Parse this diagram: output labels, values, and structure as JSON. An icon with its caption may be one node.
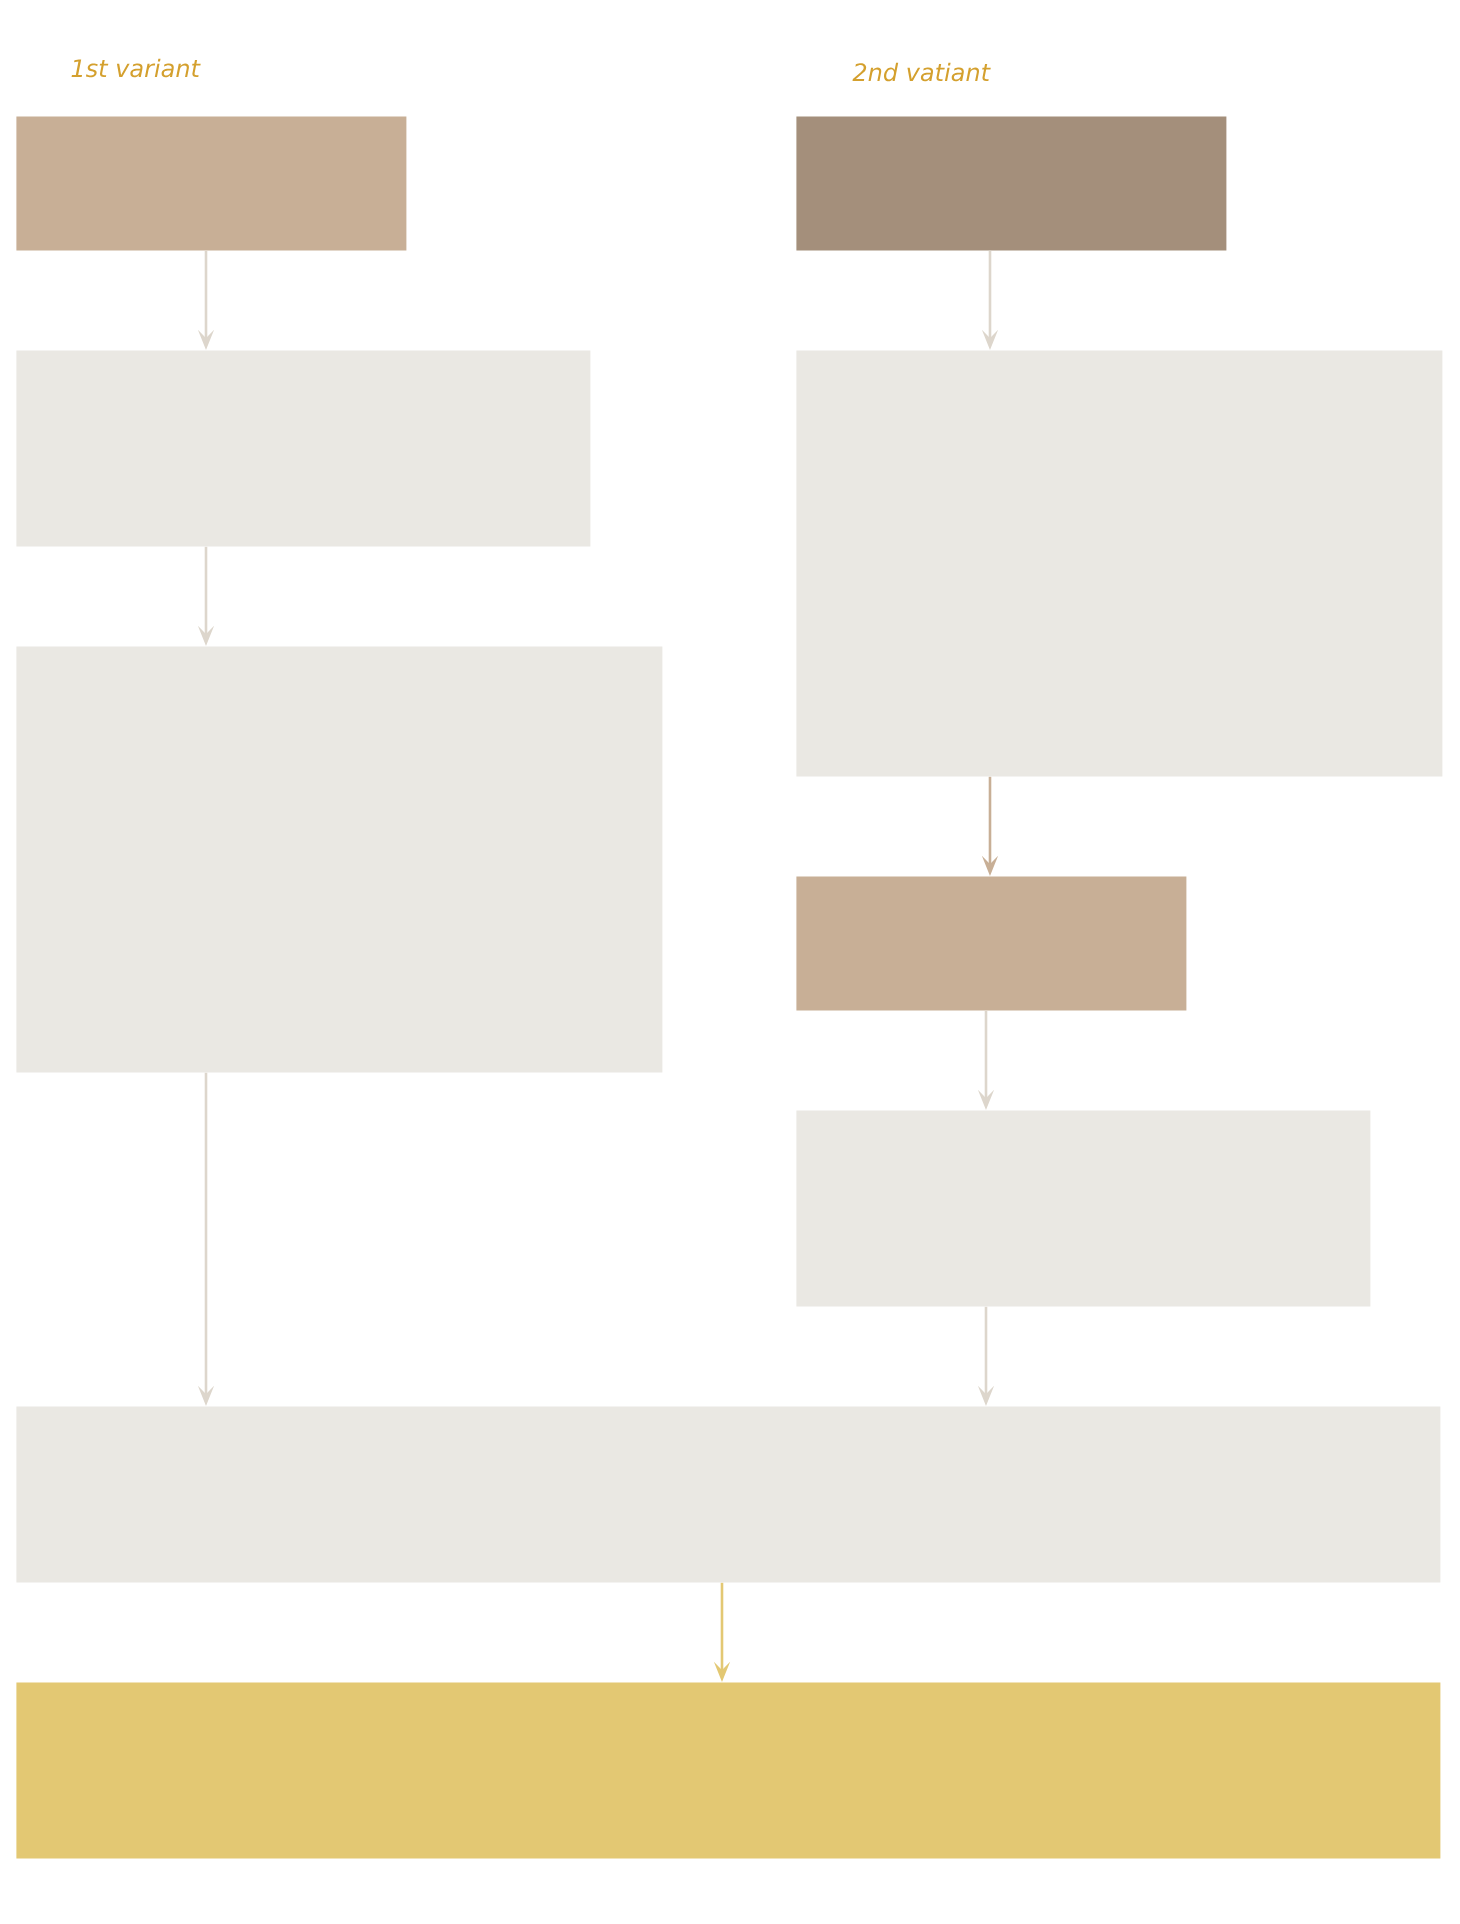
{
  "diagram": {
    "nodes": [
      {
        "text": [],
        "shape": "box"
      },
      {
        "text": [],
        "shape": "box"
      },
      {
        "text": [],
        "shape": "box"
      },
      {
        "text": [],
        "shape": "box"
      },
      {
        "text": [],
        "shape": "box"
      },
      {
        "text": [],
        "shape": "box"
      },
      {
        "text": [],
        "shape": "box"
      },
      {
        "text": [],
        "shape": "box"
      },
      {
        "text": [],
        "shape": "box"
      }
    ],
    "edges": [
      {
        "from": 0,
        "to": 1,
        "arrow": "to"
      },
      {
        "from": 1,
        "to": 2,
        "arrow": "to"
      },
      {
        "from": 2,
        "to": 7,
        "arrow": "to"
      },
      {
        "from": 3,
        "to": 4,
        "arrow": "to"
      },
      {
        "from": 4,
        "to": 5,
        "arrow": "to",
        "color": "#c8af96"
      },
      {
        "from": 5,
        "to": 6,
        "arrow": "to"
      },
      {
        "from": 6,
        "to": 7,
        "arrow": "to"
      },
      {
        "from": 7,
        "to": 8,
        "arrow": "to",
        "color": "#e3c873"
      }
    ],
    "labels": [
      "1st variant",
      "2nd vatiant"
    ]
  }
}
